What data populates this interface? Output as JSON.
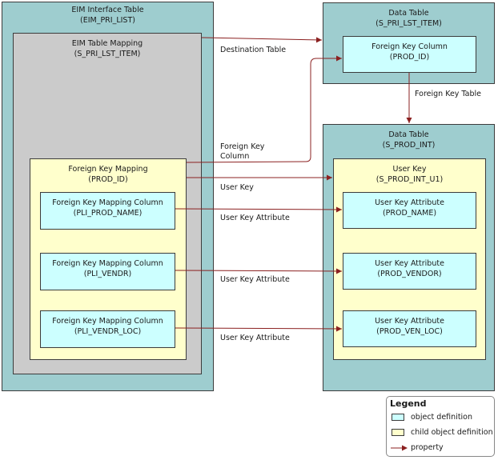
{
  "eim_interface_table": {
    "title": "EIM Interface Table",
    "name": "(EIM_PRI_LIST)"
  },
  "eim_table_mapping": {
    "title": "EIM Table Mapping",
    "name": "(S_PRI_LST_ITEM)"
  },
  "foreign_key_mapping": {
    "title": "Foreign Key  Mapping",
    "name": "(PROD_ID)"
  },
  "fk_mapping_columns": [
    {
      "title": "Foreign Key Mapping Column",
      "name": "(PLI_PROD_NAME)"
    },
    {
      "title": "Foreign Key Mapping Column",
      "name": "(PLI_VENDR)"
    },
    {
      "title": "Foreign Key Mapping Column",
      "name": "(PLI_VENDR_LOC)"
    }
  ],
  "data_table_top": {
    "title": "Data Table",
    "name": "(S_PRI_LST_ITEM)"
  },
  "foreign_key_column": {
    "title": "Foreign Key Column",
    "name": "(PROD_ID)"
  },
  "data_table_bottom": {
    "title": "Data Table",
    "name": "(S_PROD_INT)"
  },
  "user_key": {
    "title": "User Key",
    "name": "(S_PROD_INT_U1)"
  },
  "user_key_attributes": [
    {
      "title": "User Key Attribute",
      "name": "(PROD_NAME)"
    },
    {
      "title": "User Key Attribute",
      "name": "(PROD_VENDOR)"
    },
    {
      "title": "User Key Attribute",
      "name": "(PROD_VEN_LOC)"
    }
  ],
  "connectors": {
    "destination_table": "Destination Table",
    "foreign_key_table": "Foreign Key Table",
    "foreign_key_column_line1": "Foreign Key",
    "foreign_key_column_line2": "Column",
    "user_key": "User Key",
    "user_key_attribute_1": "User Key Attribute",
    "user_key_attribute_2": "User Key Attribute",
    "user_key_attribute_3": "User Key Attribute"
  },
  "legend": {
    "title": "Legend",
    "object_definition": "object definition",
    "child_object_definition": "child object definition",
    "property": "property"
  },
  "colors": {
    "object_box": "#ccffff",
    "child_box": "#ffffcc",
    "table_container": "#9ecdcf",
    "mapping_container": "#cbcbcb",
    "arrow": "#8b2020"
  }
}
